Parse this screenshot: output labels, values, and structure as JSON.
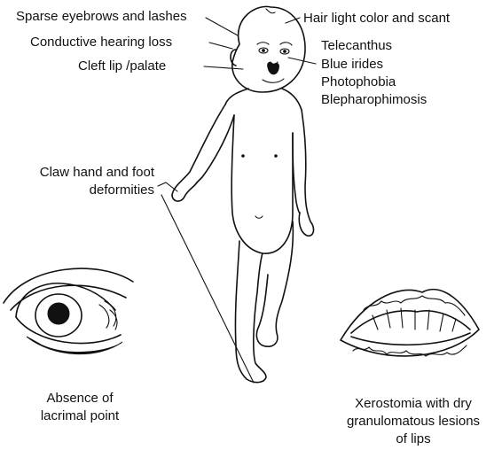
{
  "labels": {
    "sparse_eyebrows": "Sparse eyebrows and lashes",
    "hearing_loss": "Conductive hearing loss",
    "cleft_lip": "Cleft lip /palate",
    "hair": "Hair light color and scant",
    "eye_findings": [
      "Telecanthus",
      "Blue irides",
      "Photophobia",
      "Blepharophimosis"
    ],
    "claw_hand": [
      "Claw hand and foot",
      "deformities"
    ],
    "lacrimal": [
      "Absence of",
      "lacrimal point"
    ],
    "xerostomia": [
      "Xerostomia with dry",
      "granulomatous lesions",
      "of lips"
    ]
  },
  "illustrations": [
    "infant-figure",
    "eye-closeup",
    "lips-closeup"
  ]
}
